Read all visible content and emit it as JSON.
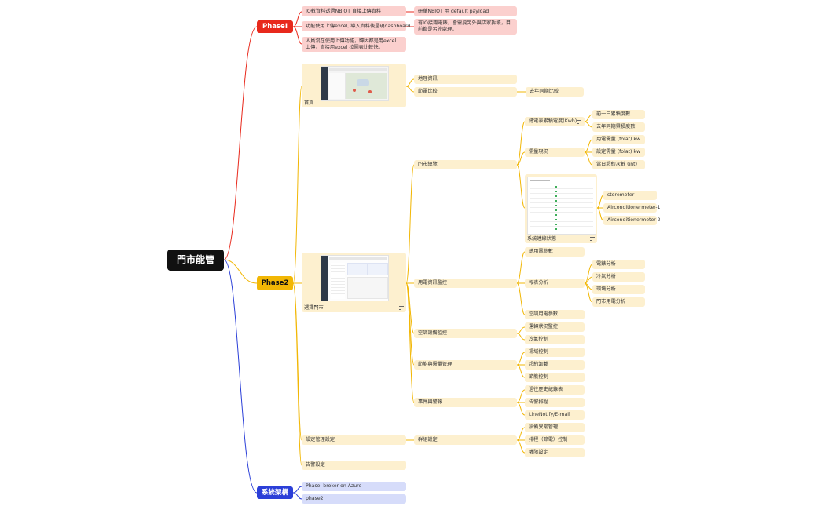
{
  "root": "門市能管",
  "phase1": {
    "label": "PhaseI",
    "items": [
      {
        "text": "IO數資料透過NBIOT 直接上傳資料",
        "child": "研華NBIOT 用 default payload"
      },
      {
        "text": "功能使用上傳excel, 導入資料後呈現dashboard",
        "child": "有IO接兩電錶，會需要另外與店家拆帳，目前都是另外處理。"
      },
      {
        "text": "人員沒在使用上傳功能，歸因都是用excel 上傳，直接用excel 拉圖表比較快。"
      }
    ]
  },
  "phase2": {
    "label": "Phase2",
    "home": {
      "label": "首頁",
      "children": [
        "地理資訊",
        "節電比較"
      ],
      "compare_child": "去年同期比較"
    },
    "store": {
      "label": "選擇門市",
      "overview": {
        "label": "門市總覽",
        "kwh": "總電表累積電度(Kwh)",
        "kwh_children": [
          "前一日累積度數",
          "去年同期累積度數"
        ],
        "demand": "需量現況",
        "demand_children": [
          "用電需量 (folat) kw",
          "設定需量 (folat) kw",
          "當日超約次數 (int)"
        ],
        "conn_status": "系統連線狀態",
        "conn_children": [
          "storemeter",
          "Airconditionermeter-1",
          "Airconditionermeter-2"
        ]
      },
      "power": {
        "label": "用電資訊監控",
        "params": "總用電參數",
        "report": "報表分析",
        "report_children": [
          "電錶分析",
          "冷氣分析",
          "環境分析",
          "門市用電分析"
        ],
        "ac_params": "空調用電參數"
      },
      "ac": {
        "label": "空調設備監控",
        "children": [
          "運轉狀況監控",
          "冷氣控制"
        ]
      },
      "energy": {
        "label": "節能與需量管理",
        "children": [
          "場域控制",
          "超約卸載",
          "節能控制"
        ]
      },
      "events": {
        "label": "事件與警報",
        "children": [
          "過往歷史紀錄表",
          "告警排程",
          "LineNotify/E-mail"
        ]
      }
    },
    "settings": {
      "label": "設定管理設定",
      "group": "群組設定",
      "group_children": [
        "設備異常管理",
        "排程（節電）控制",
        "權限設定"
      ]
    },
    "alarm": "告警設定"
  },
  "arch": {
    "label": "系統架構",
    "items": [
      "PhaseI  broker on Azure",
      "phase2"
    ]
  },
  "colors": {
    "red": "#e8291c",
    "yellow": "#f2b705",
    "blue": "#2b3fd8"
  }
}
